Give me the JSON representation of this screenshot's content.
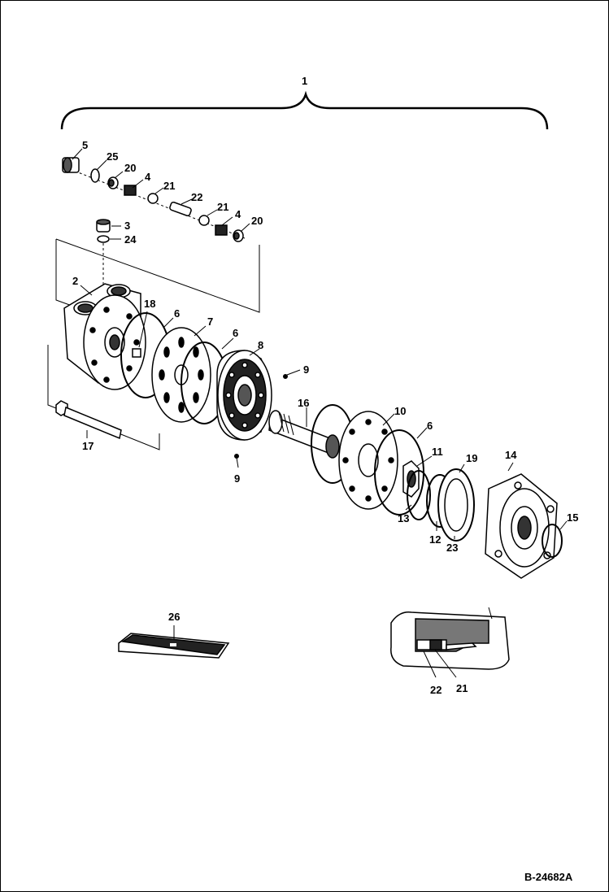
{
  "figure": {
    "id": "B-24682A",
    "assembly_bracket_label": "1",
    "callouts": {
      "c5": "5",
      "c25": "25",
      "c20a": "20",
      "c4a": "4",
      "c21a": "21",
      "c22a": "22",
      "c21b": "21",
      "c4b": "4",
      "c20b": "20",
      "c3": "3",
      "c24": "24",
      "c2": "2",
      "c18": "18",
      "c6a": "6",
      "c7": "7",
      "c6b": "6",
      "c8": "8",
      "c9a": "9",
      "c9b": "9",
      "c16": "16",
      "c10": "10",
      "c6c": "6",
      "c11": "11",
      "c19": "19",
      "c14": "14",
      "c15": "15",
      "c13": "13",
      "c12": "12",
      "c23": "23",
      "c17": "17",
      "c26": "26",
      "c22b": "22",
      "c21c": "21"
    }
  },
  "colors": {
    "ink": "#000000",
    "paper": "#ffffff",
    "shade": "#555555"
  }
}
